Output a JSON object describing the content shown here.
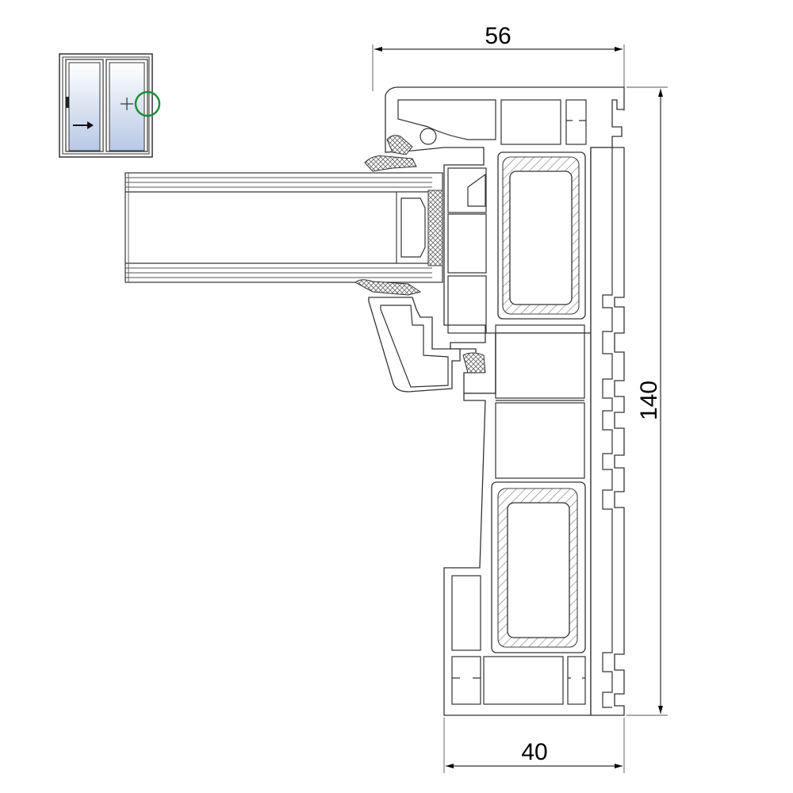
{
  "dimensions": {
    "top_width": "56",
    "bottom_width": "40",
    "height": "140"
  },
  "thumbnail": {
    "marker_color": "#1a8f3a",
    "handle_icon": "handle-icon",
    "slide_direction_icon": "arrow-right-icon",
    "fixed_pane_icon": "plus-icon"
  }
}
